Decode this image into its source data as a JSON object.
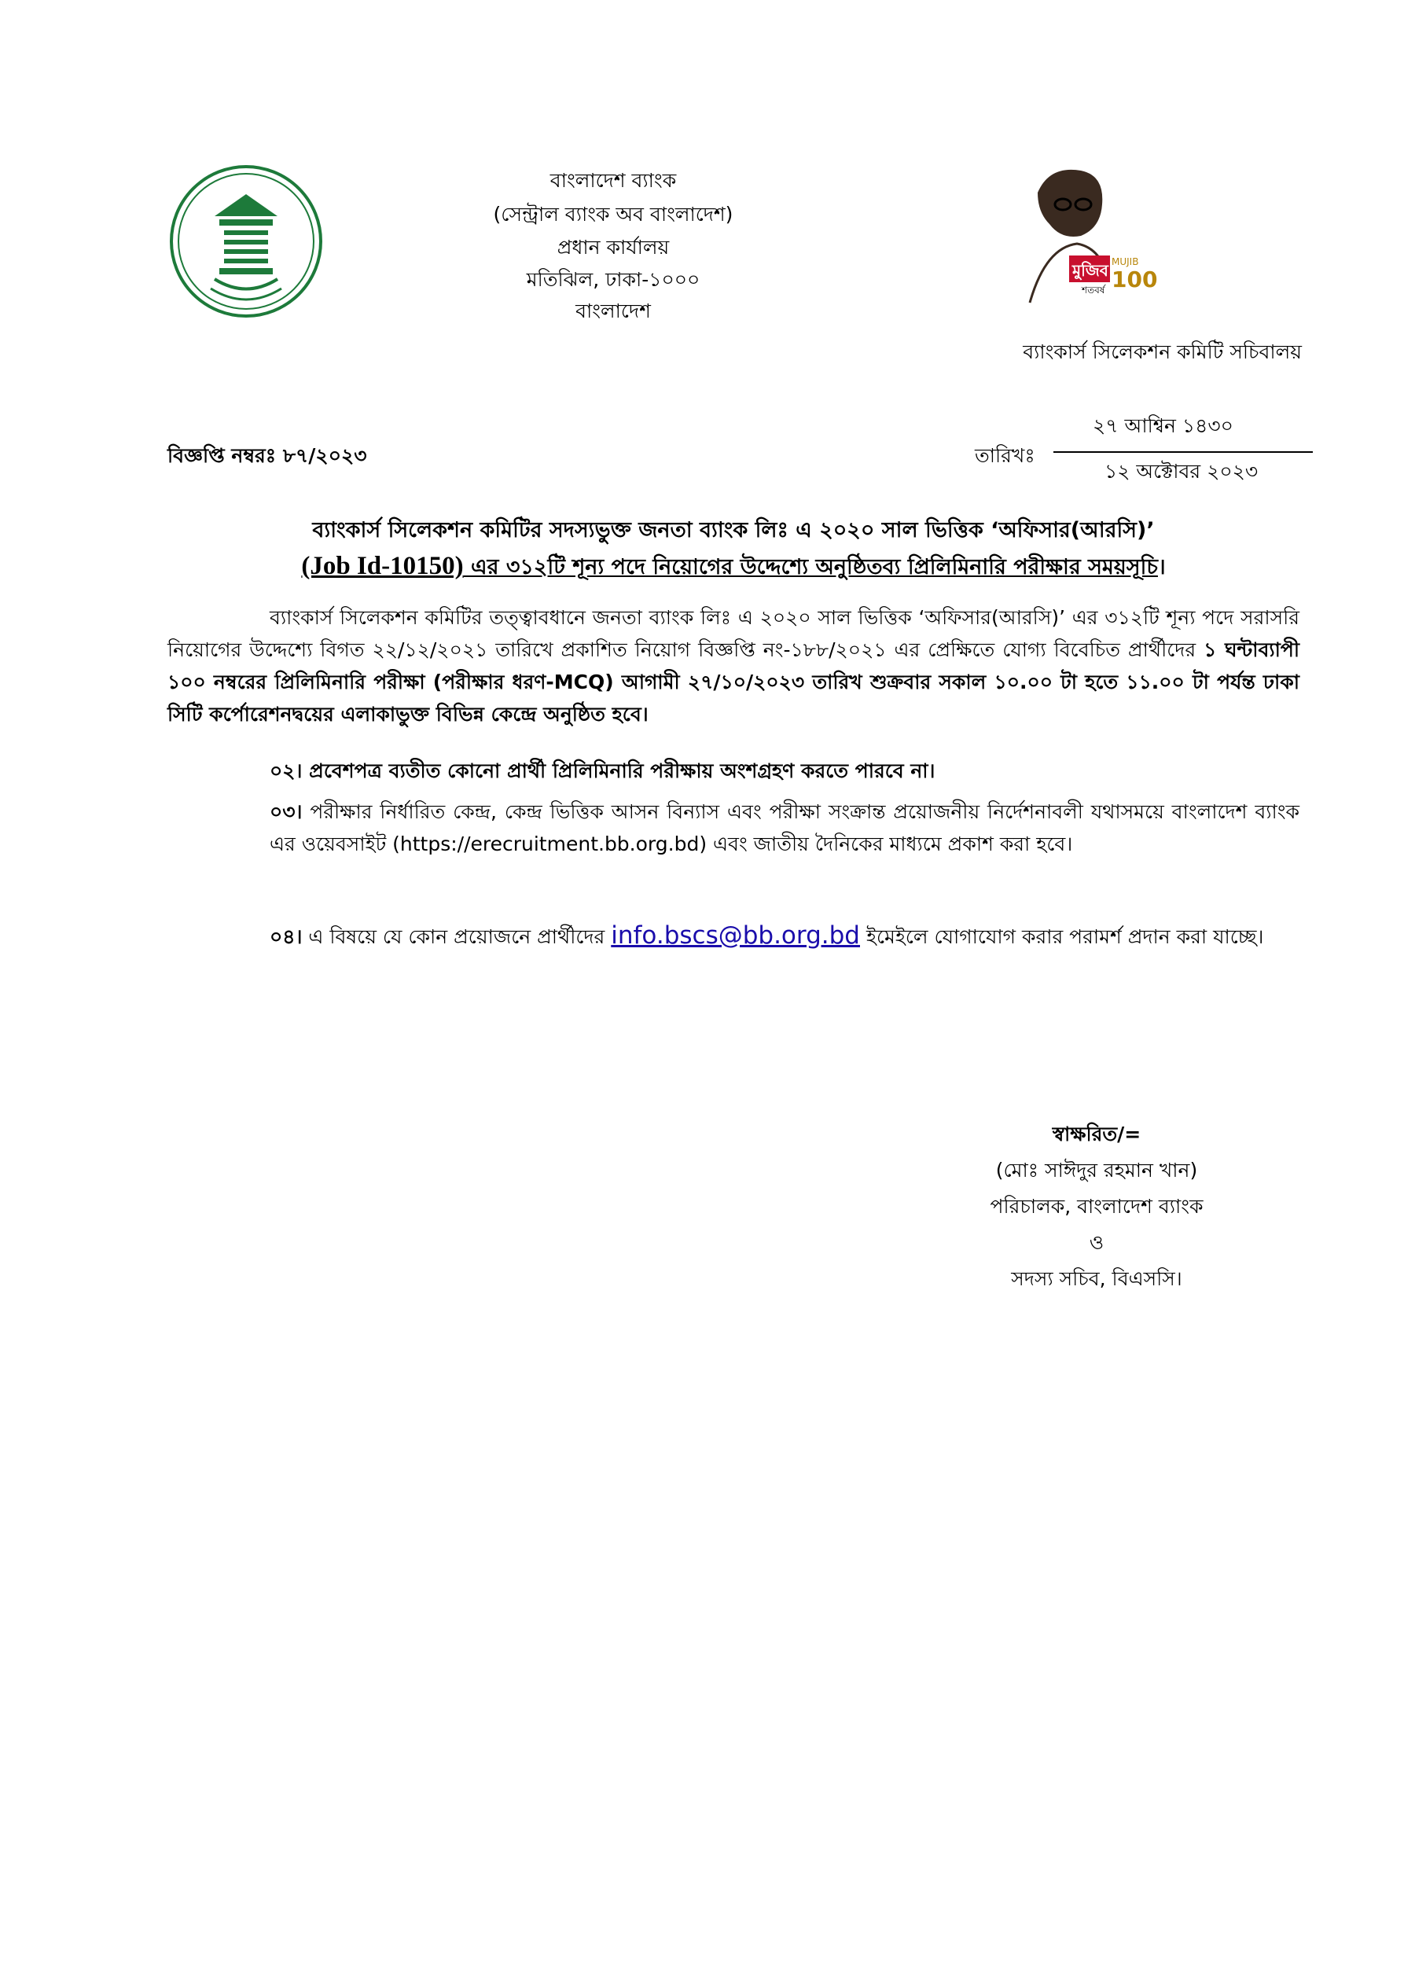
{
  "header": {
    "lines": [
      "বাংলাদেশ ব্যাংক",
      "(সেন্ট্রাল ব্যাংক অব বাংলাদেশ)",
      "প্রধান কার্যালয়",
      "মতিঝিল, ঢাকা-১০০০",
      "বাংলাদেশ"
    ],
    "left_logo_text": "বাংলাদেশ ব্যাংক",
    "right_logo_text_bn": "মুজিব",
    "right_logo_text_shotoborsho": "শতবর্ষ",
    "right_logo_text_en": "MUJIB",
    "right_logo_number": "100",
    "secretariat": "ব্যাংকার্স সিলেকশন কমিটি সচিবালয়"
  },
  "meta": {
    "notice_label": "বিজ্ঞপ্তি নম্বরঃ ৮৭/২০২৩",
    "date_label": "তারিখঃ",
    "date_bengali": "২৭ আশ্বিন  ১৪৩০",
    "date_english": "১২ অক্টোবর ২০২৩"
  },
  "title": {
    "line1": "ব্যাংকার্স সিলেকশন কমিটির সদস্যভুক্ত জনতা  ব্যাংক লিঃ এ  ২০২০ সাল ভিত্তিক ‘অফিসার(আরসি)’",
    "job_id": "(Job Id-10150)",
    "line2_rest": " এর ৩১২টি শূন্য পদে নিয়োগের উদ্দেশ্যে অনুষ্ঠিতব্য প্রিলিমিনারি পরীক্ষার সময়সূচি",
    "line2_end": "।"
  },
  "body": {
    "p1_normal": "ব্যাংকার্স সিলেকশন কমিটির তত্ত্বাবধানে জনতা ব্যাংক লিঃ এ  ২০২০ সাল ভিত্তিক ‘অফিসার(আরসি)’ এর ৩১২টি শূন্য পদে সরাসরি নিয়োগের উদ্দেশ্যে বিগত ২২/১২/২০২১ তারিখে প্রকাশিত নিয়োগ বিজ্ঞপ্তি নং-১৮৮/২০২১ এর প্রেক্ষিতে যোগ্য বিবেচিত প্রার্থীদের ",
    "p1_bold": "১ ঘন্টাব্যাপী ১০০ নম্বরের প্রিলিমিনারি পরীক্ষা (পরীক্ষার ধরণ-MCQ) আগামী ২৭/১০/২০২৩ তারিখ শুক্রবার সকাল ১০.০০ টা হতে ১১.০০ টা পর্যন্ত ঢাকা সিটি কর্পোরেশনদ্বয়ের এলাকাভুক্ত বিভিন্ন কেন্দ্রে অনুষ্ঠিত হবে।",
    "p2": "০২। প্রবেশপত্র ব্যতীত কোনো প্রার্থী প্রিলিমিনারি পরীক্ষায় অংশগ্রহণ করতে পারবে না।",
    "p3_num": "০৩।",
    "p3_text": " পরীক্ষার নির্ধারিত কেন্দ্র, কেন্দ্র ভিত্তিক আসন বিন্যাস এবং পরীক্ষা সংক্রান্ত প্রয়োজনীয় নির্দেশনাবলী যথাসময়ে বাংলাদেশ  ব্যাংক এর ওয়েবসাইট (https://erecruitment.bb.org.bd) এবং জাতীয় দৈনিকের মাধ্যমে প্রকাশ করা হবে।",
    "p4_num": "০৪।",
    "p4_before": " এ বিষয়ে যে কোন প্রয়োজনে প্রার্থীদের ",
    "p4_email": "info.bscs@bb.org.bd",
    "p4_after": "  ইমেইলে যোগাযোগ করার পরামর্শ প্রদান করা যাচ্ছে।"
  },
  "signature": {
    "signed": "স্বাক্ষরিত/=",
    "name": "(মোঃ সাঈদুর রহমান খান)",
    "designation": "পরিচালক, বাংলাদেশ ব্যাংক",
    "and": "ও",
    "role": "সদস্য সচিব, বিএসসি।"
  },
  "colors": {
    "logo_green": "#1d7a3a",
    "mujib_red": "#c8102e",
    "mujib_gold": "#b8860b",
    "link": "#1a0dab"
  }
}
